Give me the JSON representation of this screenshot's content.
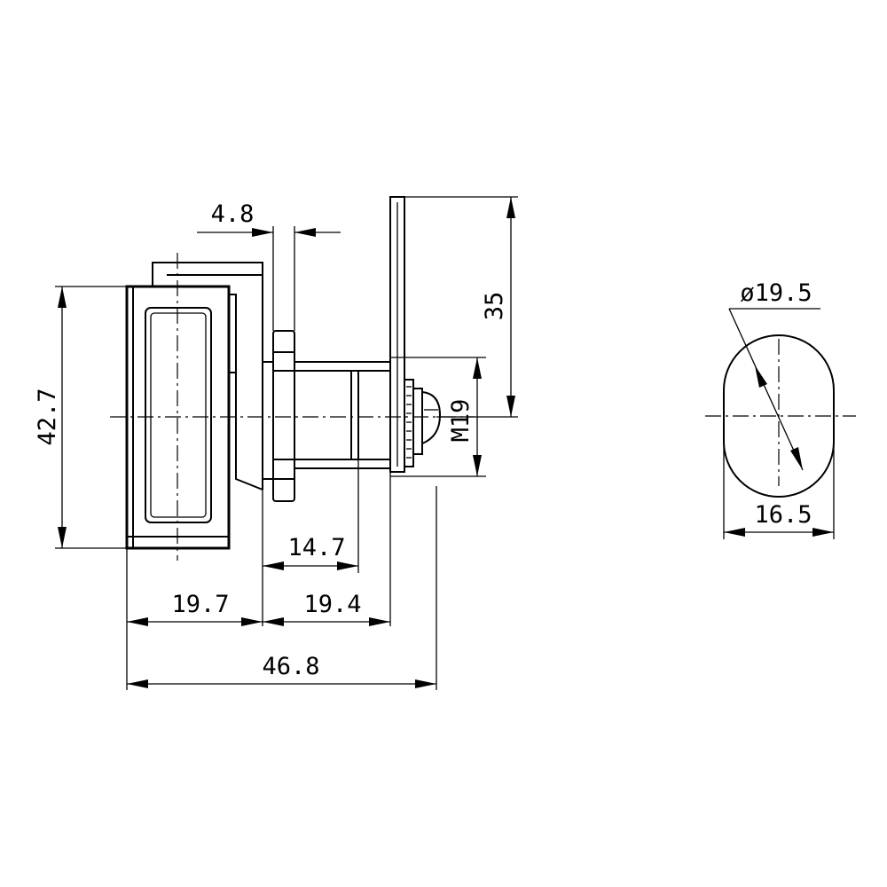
{
  "side_view": {
    "dimensions": {
      "thickness": "4.8",
      "lever_height": "35",
      "thread": "M19",
      "body_height": "42.7",
      "barrel_length": "14.7",
      "front_length": "19.7",
      "rear_length": "19.4",
      "overall_length": "46.8"
    }
  },
  "front_view": {
    "dimensions": {
      "diameter": "ø19.5",
      "flat_width": "16.5"
    }
  }
}
